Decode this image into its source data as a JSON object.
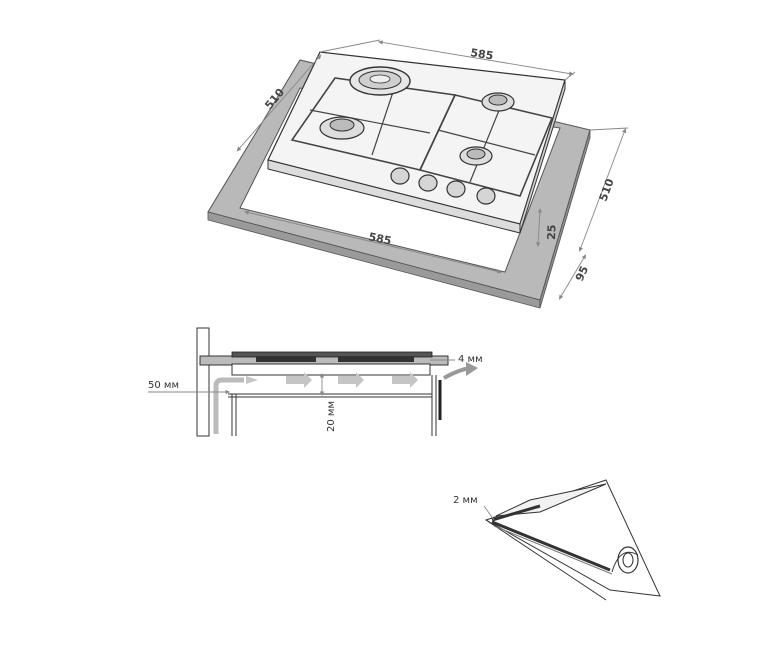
{
  "top_diagram": {
    "hob_width": "585",
    "hob_depth": "510",
    "cutout_width": "585",
    "cutout_depth": "510",
    "cutout_offset": "25",
    "edge_offset": "95"
  },
  "section_diagram": {
    "side_gap": "50 мм",
    "vertical_gap": "20 мм",
    "seal_gap": "4 мм"
  },
  "seal_diagram": {
    "seal_thickness": "2 мм"
  }
}
